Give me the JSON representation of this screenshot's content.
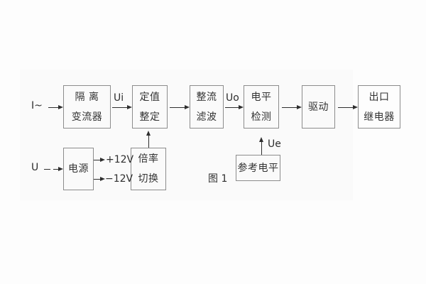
{
  "figure": {
    "caption": "图 1",
    "colors": {
      "background": "#fdfdfd",
      "box_border": "#8c8c8c",
      "line": "#2e2e2e",
      "text": "#333333"
    },
    "inputs": {
      "ac_current": "I~",
      "supply_voltage": "U"
    },
    "signals": {
      "ui": "Ui",
      "uo": "Uo",
      "ue": "Ue",
      "plus_12v": "+12V",
      "minus_12v": "−12V"
    },
    "blocks": {
      "isolation_transformer": {
        "lines": [
          "隔 离",
          "变流器"
        ]
      },
      "setpoint_setting": {
        "lines": [
          "定值",
          "整定"
        ]
      },
      "rectifier_filter": {
        "lines": [
          "整流",
          "滤波"
        ]
      },
      "level_detection": {
        "lines": [
          "电平",
          "检测"
        ]
      },
      "drive": {
        "lines": [
          "驱动"
        ]
      },
      "output_relay": {
        "lines": [
          "出口",
          "继电器"
        ]
      },
      "power_supply": {
        "lines": [
          "电源"
        ]
      },
      "ratio_switching": {
        "lines": [
          "倍率",
          "切换"
        ]
      },
      "reference_level": {
        "lines": [
          "参考电平"
        ]
      }
    }
  }
}
